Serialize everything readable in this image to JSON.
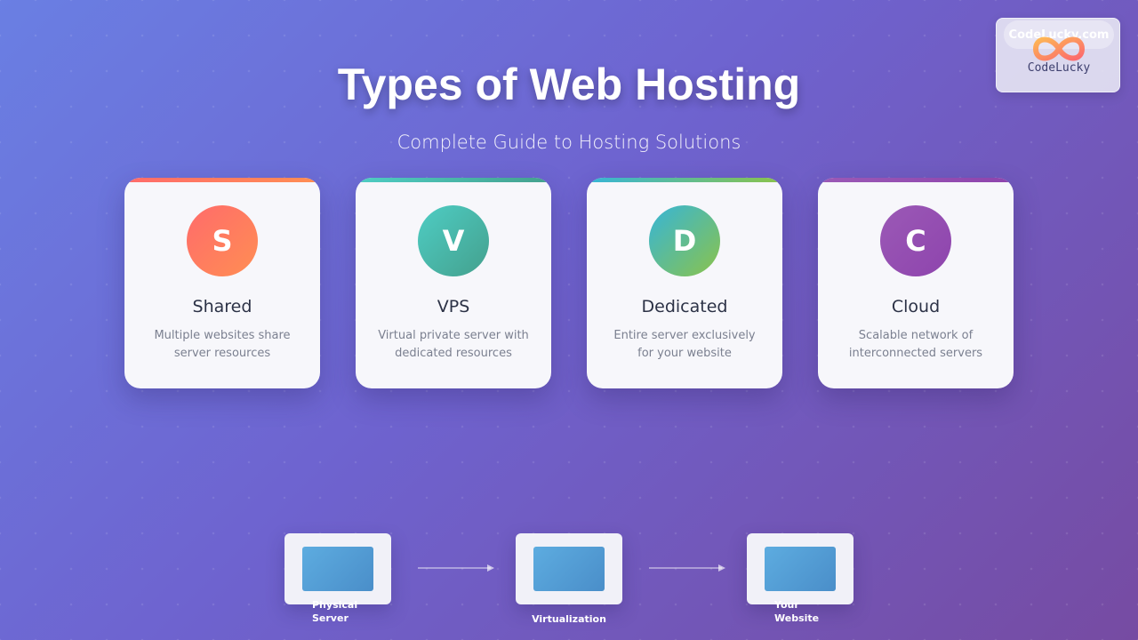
{
  "header": {
    "title": "Types of Web Hosting",
    "subtitle": "Complete Guide to Hosting Solutions"
  },
  "logo": {
    "pill_text": "CodeLucky.com",
    "brand_name": "CodeLucky",
    "icon": "infinity-logo-icon"
  },
  "cards": [
    {
      "letter": "S",
      "name": "Shared",
      "description": "Multiple websites share server resources",
      "colors": [
        "#ff6b6b",
        "#ff8e53"
      ]
    },
    {
      "letter": "V",
      "name": "VPS",
      "description": "Virtual private server with dedicated resources",
      "colors": [
        "#4ecdc4",
        "#44a08d"
      ]
    },
    {
      "letter": "D",
      "name": "Dedicated",
      "description": "Entire server exclusively for your website",
      "colors": [
        "#36b5d8",
        "#8bc34a"
      ]
    },
    {
      "letter": "C",
      "name": "Cloud",
      "description": "Scalable network of interconnected servers",
      "colors": [
        "#9b59b6",
        "#8e44ad"
      ]
    }
  ],
  "flow": [
    {
      "label": "Physical Server",
      "icon": "server-icon"
    },
    {
      "label": "Virtualization",
      "icon": "virtualization-icon"
    },
    {
      "label": "Your Website",
      "icon": "website-icon"
    }
  ],
  "colors": {
    "background_start": "#6a7fe3",
    "background_end": "#764ba2",
    "card_background": "#f7f7fb",
    "screen_blue": "#5dace0"
  }
}
